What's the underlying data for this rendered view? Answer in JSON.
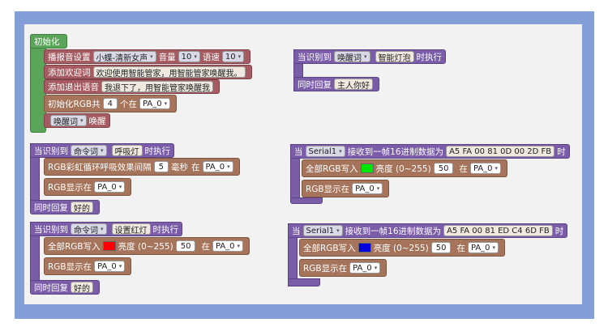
{
  "init": {
    "title": "初始化",
    "voice_label": "播报音设置",
    "voice_value": "小蝶-清新女声",
    "volume_label": "音量",
    "volume_value": "10",
    "speed_label": "语速",
    "speed_value": "10",
    "welcome_label": "添加欢迎词",
    "welcome_text": "欢迎使用智能管家，用智能管家唤醒我。",
    "exit_label": "添加退出语音",
    "exit_text": "我退下了，用智能管家唤醒我",
    "rgb_init_label": "初始化RGB共",
    "rgb_count": "4",
    "rgb_pin_label": "个在",
    "rgb_pin": "PA_0",
    "wake_word_dd": "唤醒词",
    "wake_word_label": "唤醒"
  },
  "wake_block": {
    "when_label": "当识别到",
    "type": "唤醒词",
    "word": "智能灯泡",
    "exec_label": "时执行",
    "reply_label": "同时回复",
    "reply_text": "主人你好"
  },
  "breath_block": {
    "when_label": "当识别到",
    "type": "命令词",
    "word": "呼吸灯",
    "exec_label": "时执行",
    "loop_label": "RGB彩虹循环呼吸效果间隔",
    "interval": "5",
    "unit": "毫秒",
    "at_label": "在",
    "pin": "PA_0",
    "show_label": "RGB显示在",
    "show_pin": "PA_0",
    "reply_label": "同时回复",
    "reply_text": "好的"
  },
  "red_block": {
    "when_label": "当识别到",
    "type": "命令词",
    "word": "设置红灯",
    "exec_label": "时执行",
    "write_label": "全部RGB写入",
    "color": "#ff0000",
    "brightness_label": "亮度 (0~255)",
    "brightness": "50",
    "at_label": "在",
    "pin": "PA_0",
    "show_label": "RGB显示在",
    "show_pin": "PA_0",
    "reply_label": "同时回复",
    "reply_text": "好的"
  },
  "serial_green": {
    "when_label": "当",
    "port": "Serial1",
    "recv_label": "接收到一帧16进制数据为",
    "hex": "A5 FA 00 81 0D 00 2D FB",
    "exec_label": "时",
    "write_label": "全部RGB写入",
    "color": "#00e600",
    "brightness_label": "亮度 (0~255)",
    "brightness": "50",
    "at_label": "在",
    "pin": "PA_0",
    "show_label": "RGB显示在",
    "show_pin": "PA_0"
  },
  "serial_blue": {
    "when_label": "当",
    "port": "Serial1",
    "recv_label": "接收到一帧16进制数据为",
    "hex": "A5 FA 00 81 ED C4 6D FB",
    "exec_label": "时",
    "write_label": "全部RGB写入",
    "color": "#0000e0",
    "brightness_label": "亮度 (0~255)",
    "brightness": "50",
    "at_label": "在",
    "pin": "PA_0",
    "show_label": "RGB显示在",
    "show_pin": "PA_0"
  },
  "icons": {
    "dropdown_arrow": "▾"
  }
}
